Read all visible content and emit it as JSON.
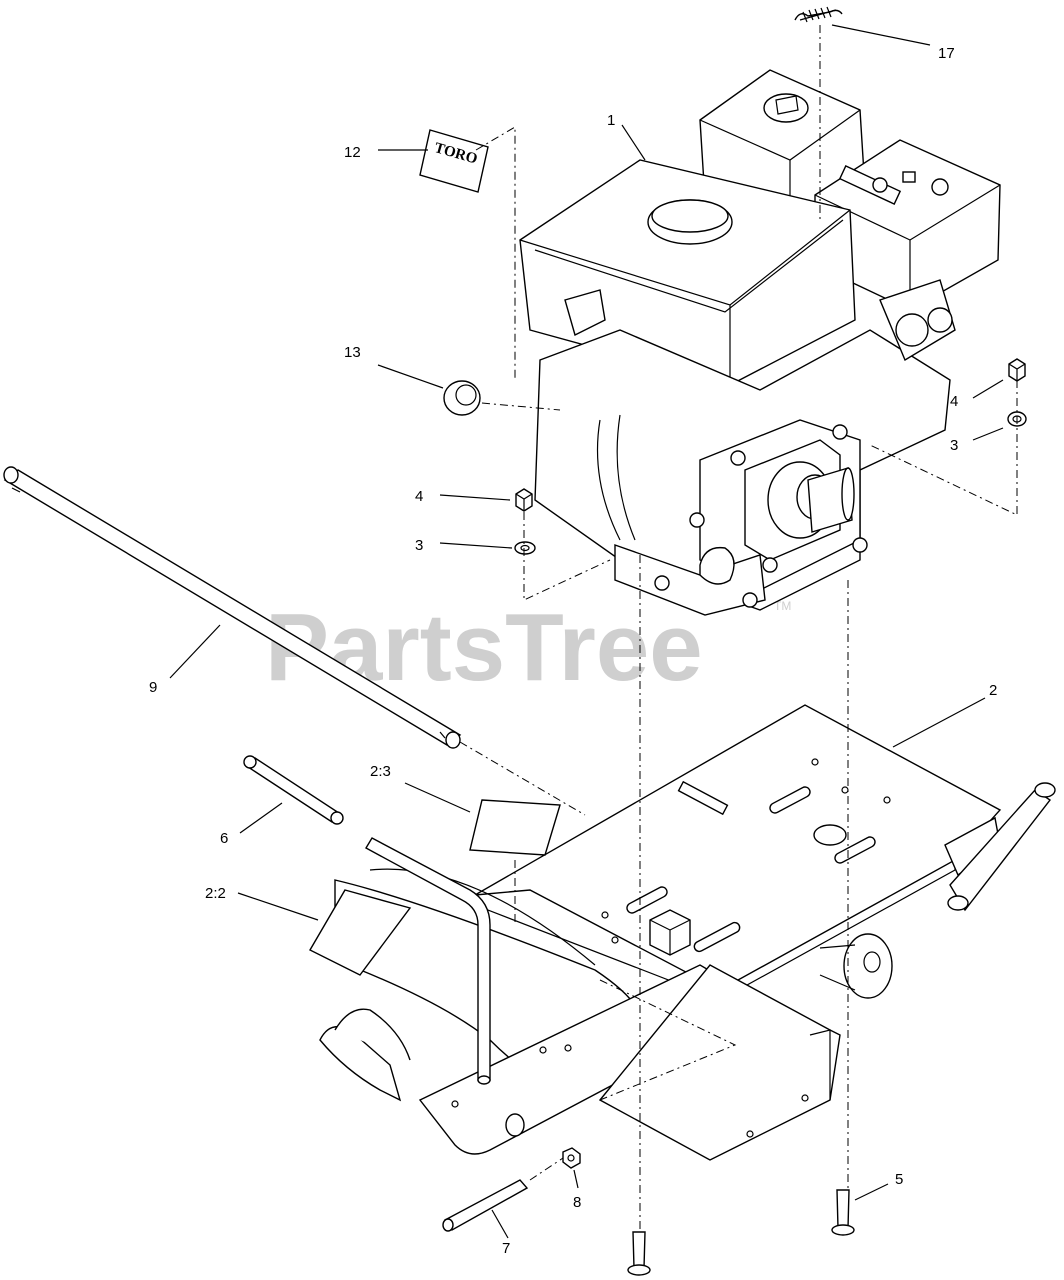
{
  "watermark": {
    "text": "PartsTree",
    "trademark": "TM"
  },
  "logo_decal": {
    "text": "TORO"
  },
  "callouts": [
    {
      "id": "c17",
      "label": "17"
    },
    {
      "id": "c1",
      "label": "1"
    },
    {
      "id": "c12",
      "label": "12"
    },
    {
      "id": "c13",
      "label": "13"
    },
    {
      "id": "c4a",
      "label": "4"
    },
    {
      "id": "c3a",
      "label": "3"
    },
    {
      "id": "c4b",
      "label": "4"
    },
    {
      "id": "c3b",
      "label": "3"
    },
    {
      "id": "c9",
      "label": "9"
    },
    {
      "id": "c2",
      "label": "2"
    },
    {
      "id": "c2_3",
      "label": "2:3"
    },
    {
      "id": "c6",
      "label": "6"
    },
    {
      "id": "c2_2",
      "label": "2:2"
    },
    {
      "id": "c5",
      "label": "5"
    },
    {
      "id": "c8",
      "label": "8"
    },
    {
      "id": "c7",
      "label": "7"
    }
  ]
}
